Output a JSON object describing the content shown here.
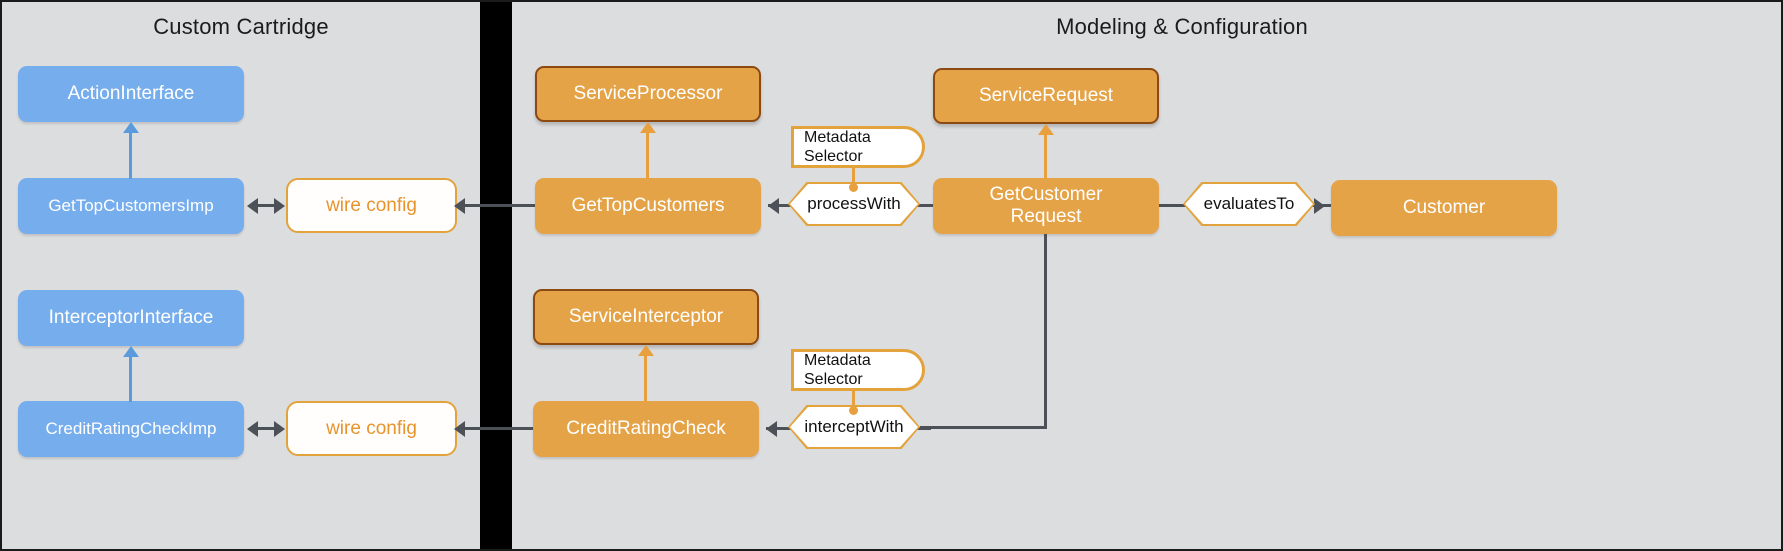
{
  "diagram": {
    "title_left": "Custom Cartridge",
    "title_right": "Modeling & Configuration",
    "colors": {
      "background": "#dcdddf",
      "blue_node": "#76aded",
      "orange_node": "#e5a348",
      "orange_border": "#8c4a13",
      "accent_orange": "#e2a33c",
      "wire_text": "#e8942d",
      "connector_gray": "#4c5057",
      "divider": "#000000"
    }
  },
  "left_panel": {
    "title": "Custom Cartridge",
    "nodes": [
      {
        "id": "action-interface",
        "label": "ActionInterface",
        "type": "interface"
      },
      {
        "id": "get-top-customers-imp",
        "label": "GetTopCustomersImp",
        "type": "implementation"
      },
      {
        "id": "interceptor-interface",
        "label": "InterceptorInterface",
        "type": "interface"
      },
      {
        "id": "credit-rating-check-imp",
        "label": "CreditRatingCheckImp",
        "type": "implementation"
      }
    ],
    "wire_configs": [
      {
        "id": "wire-config-top",
        "label": "wire config"
      },
      {
        "id": "wire-config-bottom",
        "label": "wire config"
      }
    ]
  },
  "right_panel": {
    "title": "Modeling & Configuration",
    "nodes": [
      {
        "id": "service-processor",
        "label": "ServiceProcessor",
        "type": "base"
      },
      {
        "id": "get-top-customers",
        "label": "GetTopCustomers",
        "type": "service"
      },
      {
        "id": "service-request",
        "label": "ServiceRequest",
        "type": "base"
      },
      {
        "id": "get-customer-request",
        "label": "GetCustomer\nRequest",
        "type": "request"
      },
      {
        "id": "customer",
        "label": "Customer",
        "type": "entity"
      },
      {
        "id": "service-interceptor",
        "label": "ServiceInterceptor",
        "type": "base"
      },
      {
        "id": "credit-rating-check",
        "label": "CreditRatingCheck",
        "type": "service"
      }
    ],
    "relations": [
      {
        "id": "process-with",
        "label": "processWith"
      },
      {
        "id": "evaluates-to",
        "label": "evaluatesTo"
      },
      {
        "id": "intercept-with",
        "label": "interceptWith"
      }
    ],
    "notes": [
      {
        "id": "metadata-selector-top",
        "label": "Metadata\nSelector"
      },
      {
        "id": "metadata-selector-bottom",
        "label": "Metadata\nSelector"
      }
    ]
  }
}
